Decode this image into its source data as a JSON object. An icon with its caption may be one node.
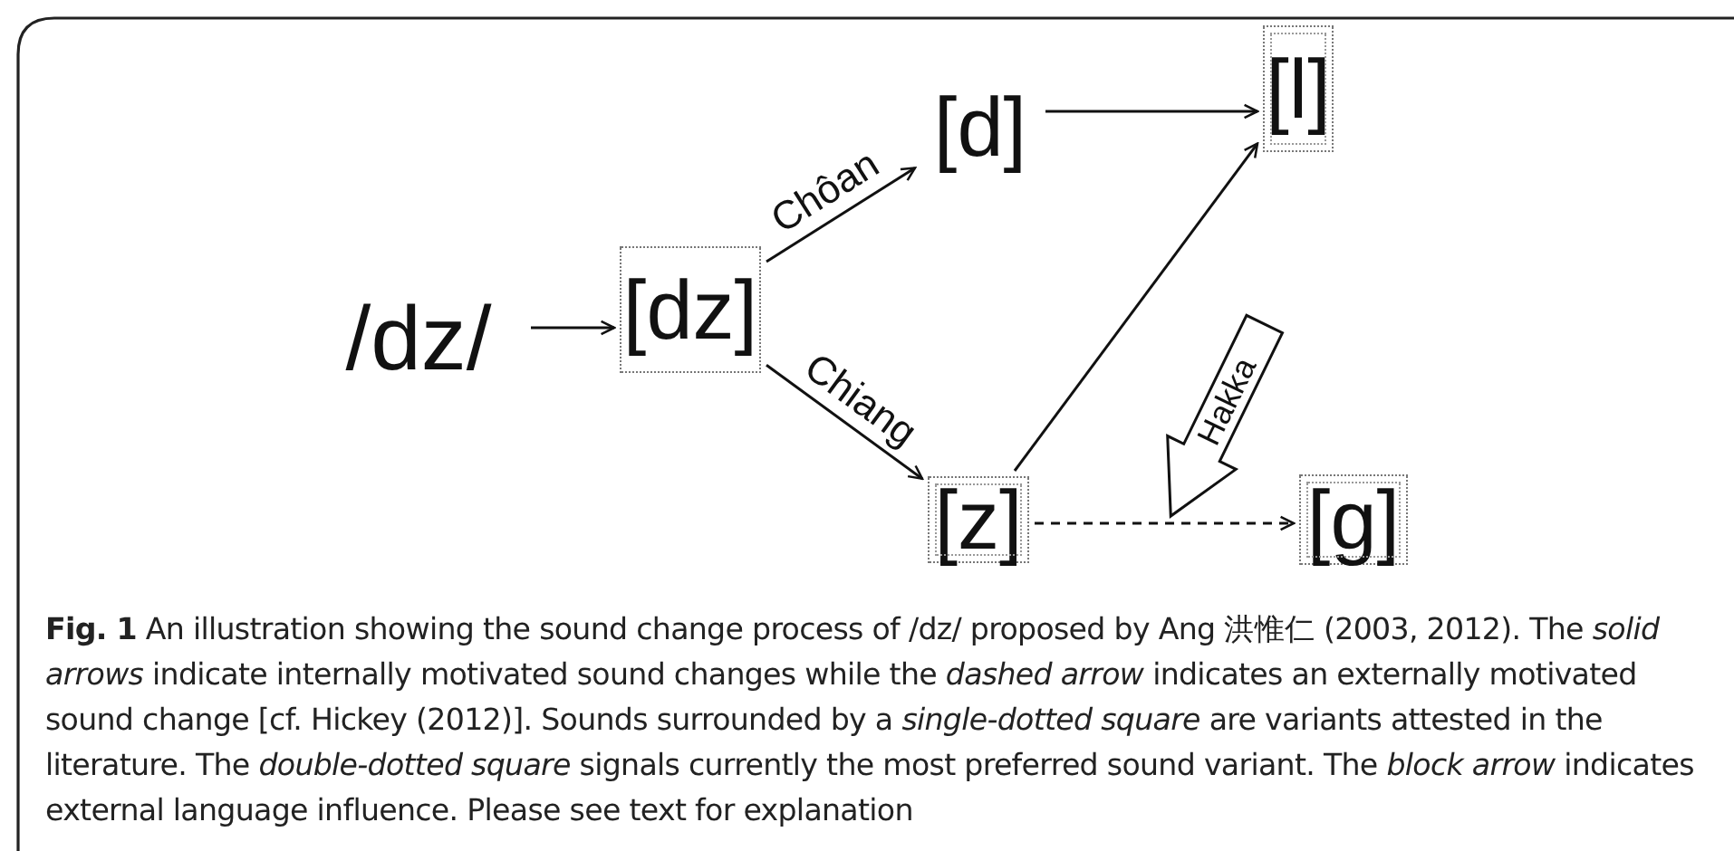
{
  "diagram": {
    "caption": "**Fig. 1** An illustration showing the sound change process of /dz/ proposed by Ang 洪惟仁 (2003, 2012). The *solid arrows* indicate internally motivated sound changes while the *dashed arrow* indicates an externally motivated sound change [cf. Hickey (2012)]. Sounds surrounded by a *single-dotted square* are variants attested in the literature. The *double-dotted square* signals currently the most preferred sound variant. The *block arrow* indicates external language influence. Please see text for explanation",
    "nodes": [
      {
        "text": [
          "/dz/"
        ]
      },
      {
        "text": [
          "[dz]"
        ]
      },
      {
        "text": [
          "[d]"
        ]
      },
      {
        "text": [
          "[l]"
        ]
      },
      {
        "text": [
          "[z]"
        ]
      },
      {
        "text": [
          "[g]"
        ]
      },
      {
        "text": [
          "Hakka"
        ]
      }
    ],
    "edges": [
      {
        "from": 0,
        "to": 1,
        "arrow": "to"
      },
      {
        "from": 1,
        "to": 2,
        "arrow": "to",
        "label": "Chôan"
      },
      {
        "from": 1,
        "to": 4,
        "arrow": "to",
        "label": "Chiang"
      },
      {
        "from": 2,
        "to": 3,
        "arrow": "to"
      },
      {
        "from": 4,
        "to": 3,
        "arrow": "to"
      },
      {
        "from": 4,
        "to": 5,
        "arrow": "to",
        "style": "dashed"
      }
    ]
  }
}
